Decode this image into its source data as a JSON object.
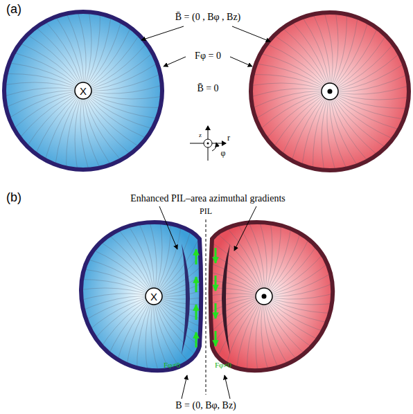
{
  "diagram": {
    "nodes": [
      {
        "text": [
          "X"
        ]
      },
      {
        "text": [
          "X"
        ]
      }
    ],
    "labels": [
      "(a)",
      "B̄ = (0 , Bφ , Bz)",
      "Fφ = 0",
      "B̄ = 0",
      "z",
      "r",
      "φ",
      "(b)",
      "Enhanced PIL–area azimuthal gradients",
      "PIL",
      "Fφ≠0",
      "Fφ≠0",
      "B = (0, Bφ, Bz)"
    ]
  }
}
